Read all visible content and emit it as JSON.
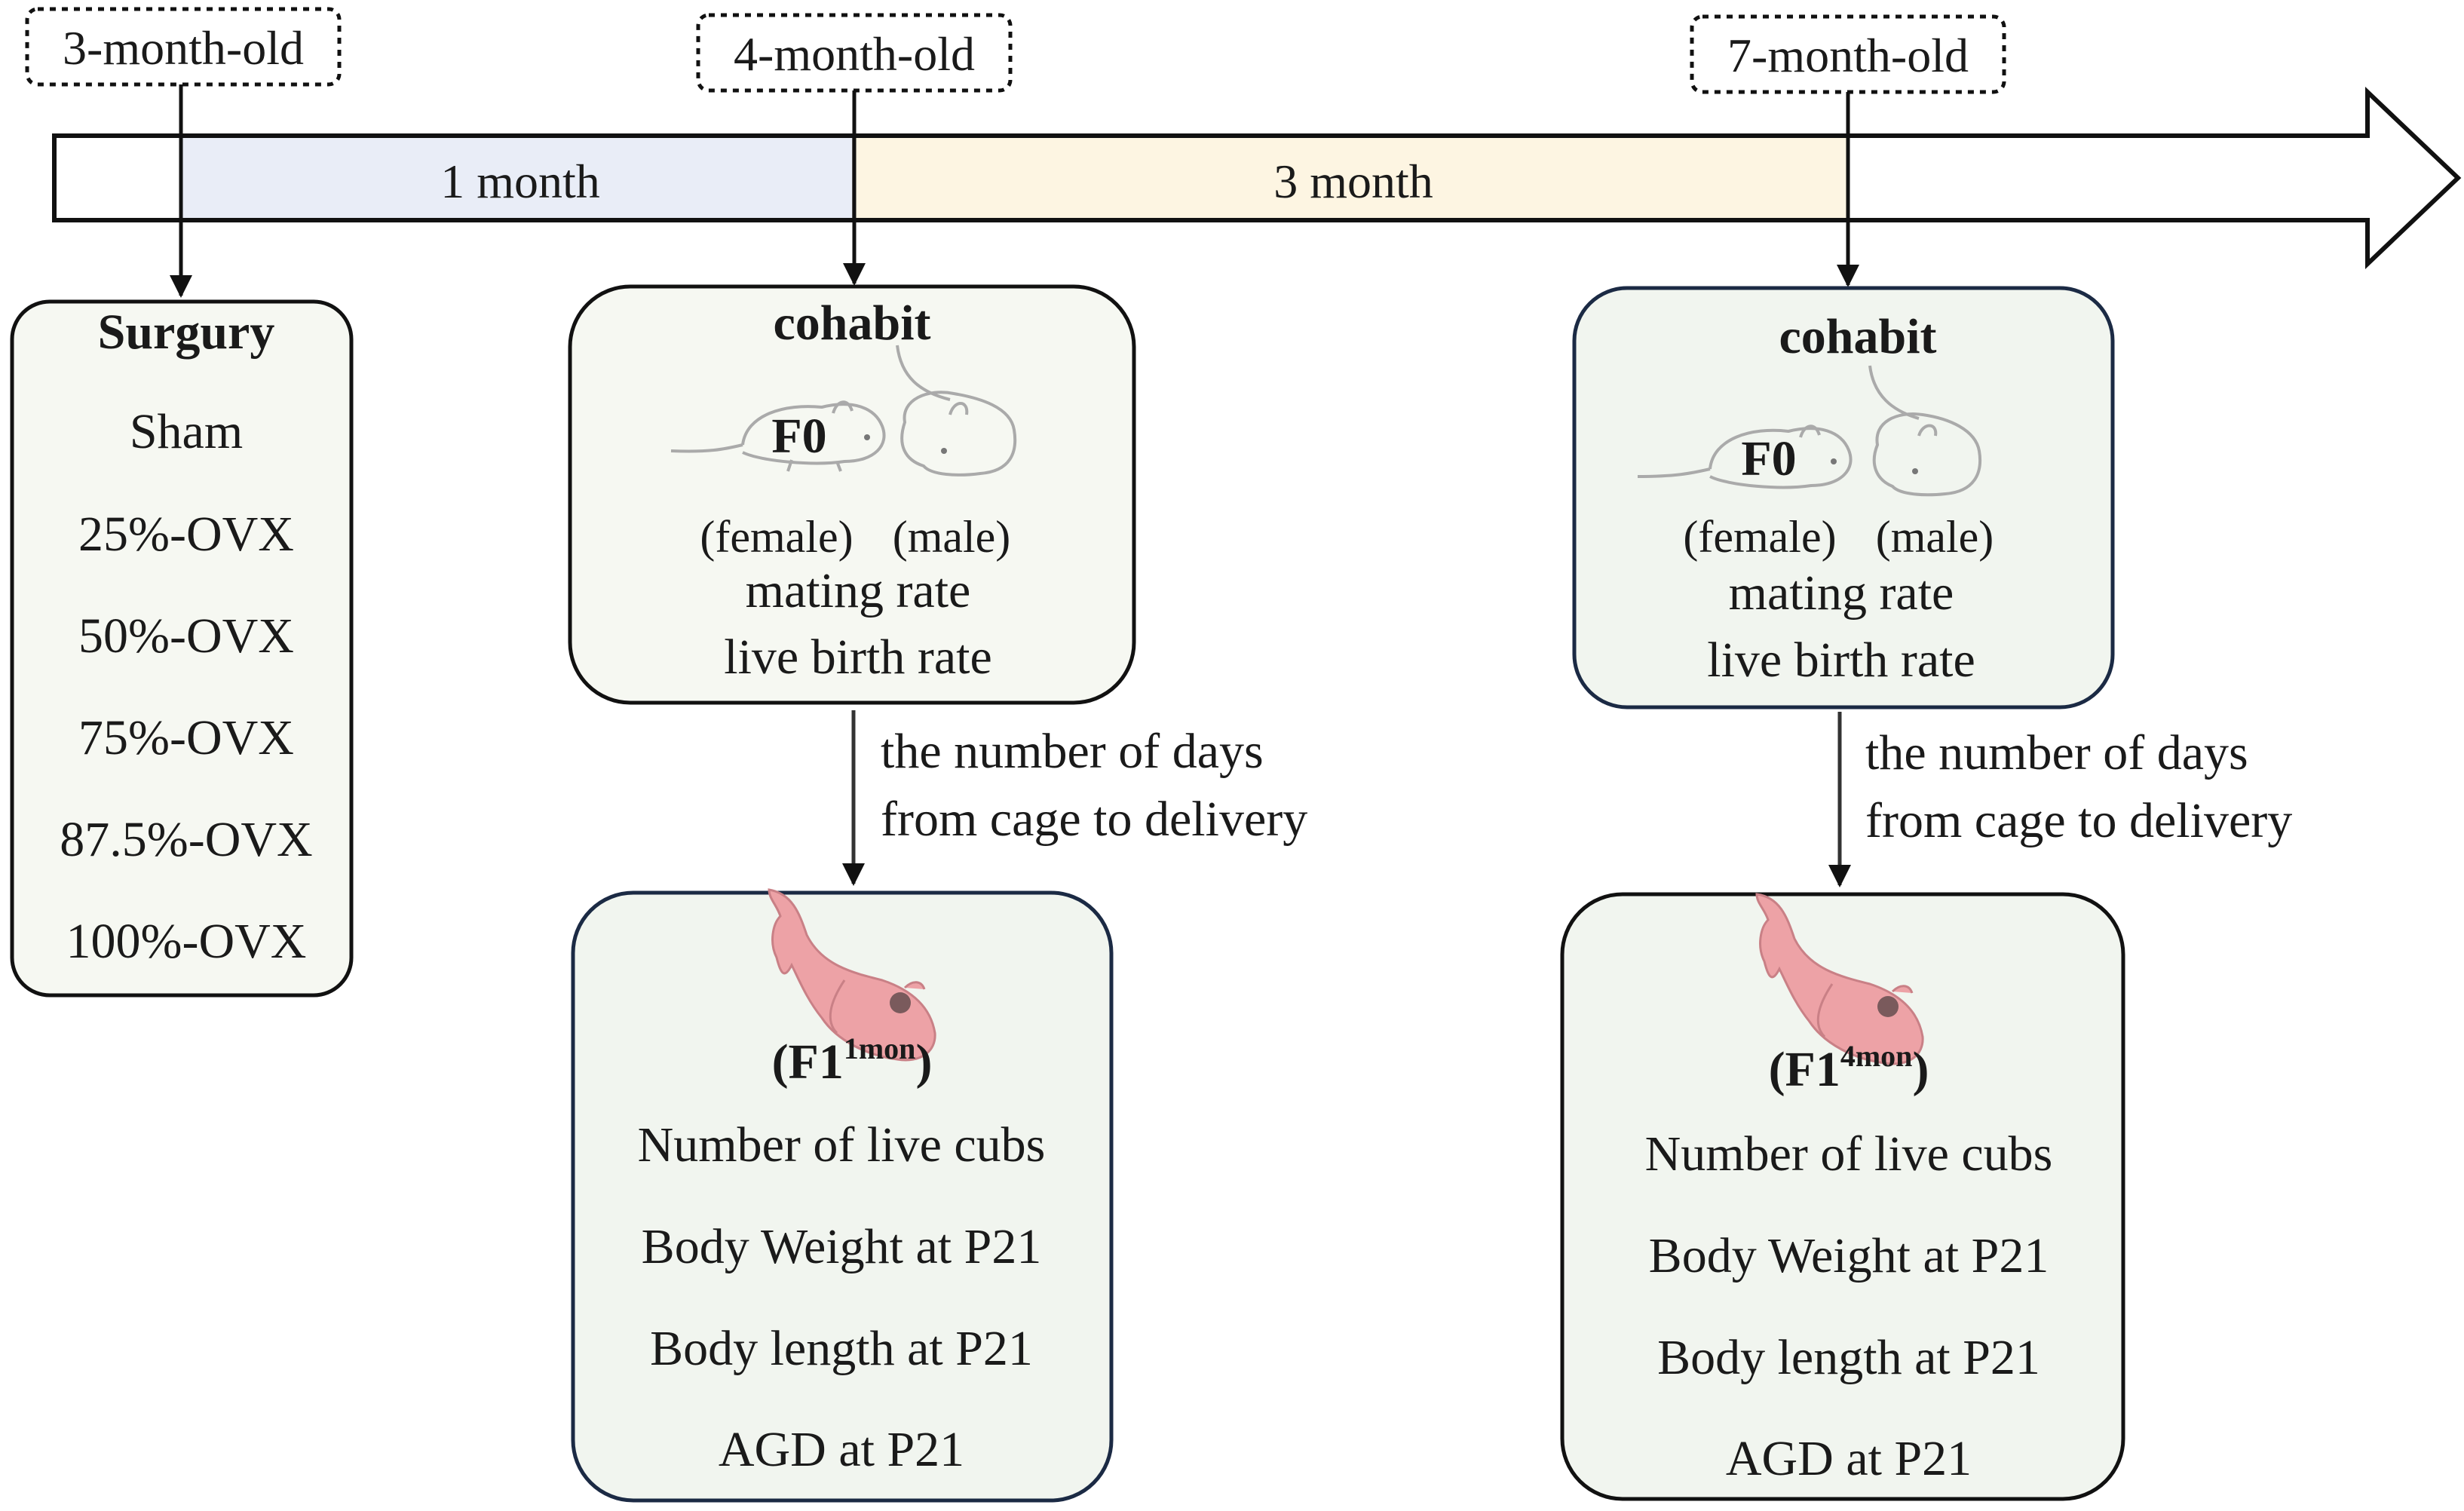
{
  "timeline": {
    "ages": [
      "3-month-old",
      "4-month-old",
      "7-month-old"
    ],
    "periods": [
      "1 month",
      "3 month"
    ],
    "period_colors": [
      "#e9edf7",
      "#fdf5e2"
    ]
  },
  "surgery": {
    "title": "Surgury",
    "groups": [
      "Sham",
      "25%-OVX",
      "50%-OVX",
      "75%-OVX",
      "87.5%-OVX",
      "100%-OVX"
    ]
  },
  "cohabit_1": {
    "title": "cohabit",
    "generation": "F0",
    "female": "(female)",
    "male": "(male)",
    "metrics": [
      "mating rate",
      "live birth rate"
    ]
  },
  "cohabit_2": {
    "title": "cohabit",
    "generation": "F0",
    "female": "(female)",
    "male": "(male)",
    "metrics": [
      "mating rate",
      "live birth rate"
    ]
  },
  "arrow_label": {
    "line1": "the number of days",
    "line2": "from cage to delivery"
  },
  "offspring_1": {
    "prefix": "(F1",
    "sup": "1mon",
    "suffix": ")",
    "metrics": [
      "Number of live cubs",
      "Body Weight at P21",
      "Body length at P21",
      "AGD at P21"
    ]
  },
  "offspring_2": {
    "prefix": "(F1",
    "sup": "4mon",
    "suffix": ")",
    "metrics": [
      "Number of live cubs",
      "Body Weight at P21",
      "Body length at P21",
      "AGD at P21"
    ]
  },
  "colors": {
    "box_fill": "#f6f8f2",
    "box_fill_alt": "#f1f5ef",
    "stroke": "#111111",
    "pup": "#eda2a6"
  }
}
